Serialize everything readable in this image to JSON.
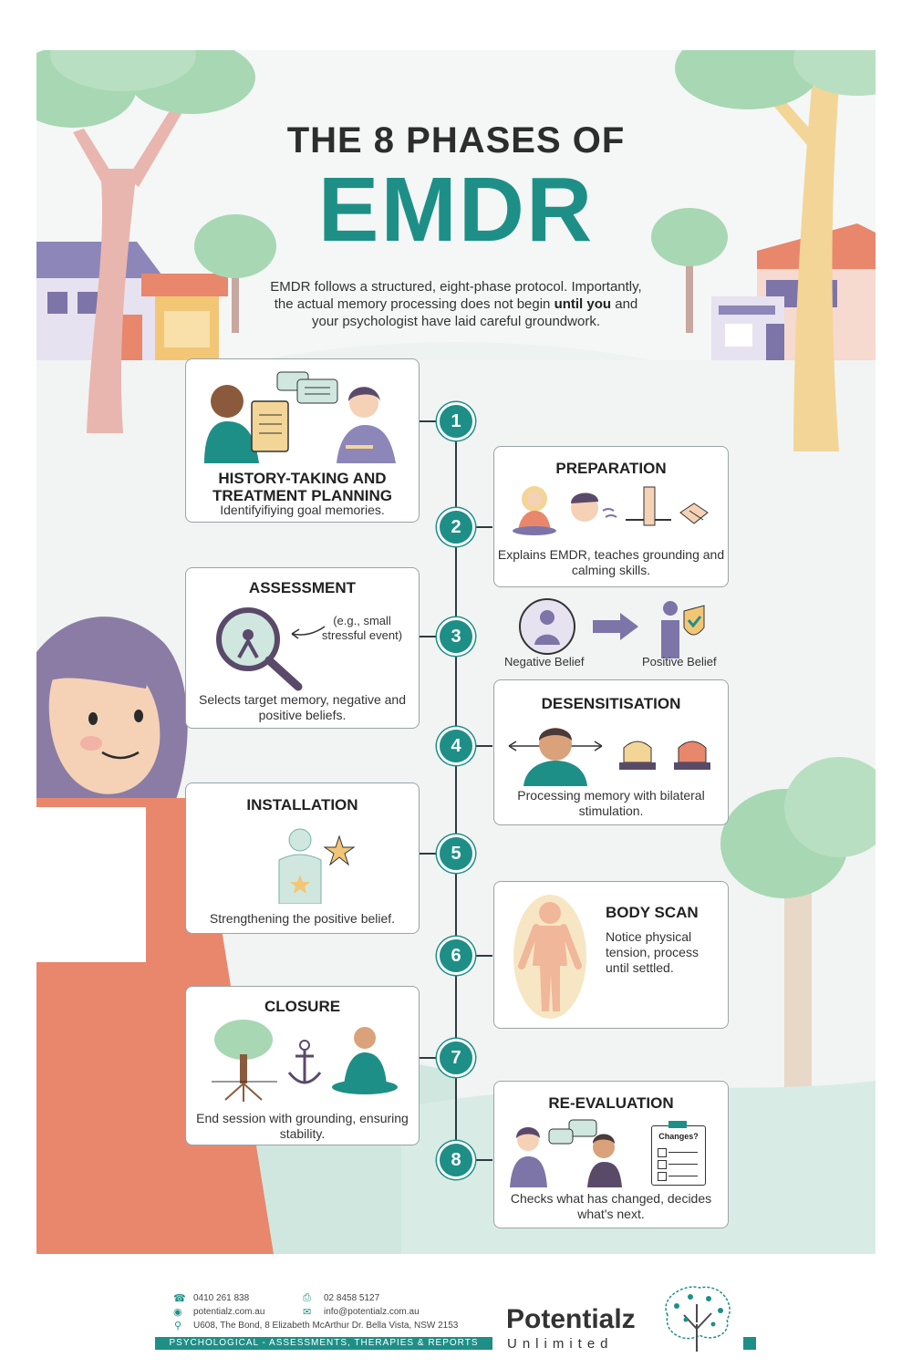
{
  "title": {
    "line1": "THE 8 PHASES OF",
    "line2": "EMDR"
  },
  "intro": {
    "part1": "EMDR follows a structured, eight-phase protocol. Importantly, the actual memory processing does not begin ",
    "bold": "until you",
    "part2": " and your psychologist have laid careful groundwork."
  },
  "phases": [
    {
      "number": "1",
      "title": "HISTORY-TAKING AND TREATMENT PLANNING",
      "desc": "Identifyifiying goal memories."
    },
    {
      "number": "2",
      "title": "PREPARATION",
      "desc": "Explains EMDR, teaches grounding and calming skills."
    },
    {
      "number": "3",
      "title": "ASSESSMENT",
      "desc": "Selects target memory, negative and positive beliefs.",
      "note": "(e.g., small stressful event)",
      "left_label": "Negative Belief",
      "right_label": "Positive Belief"
    },
    {
      "number": "4",
      "title": "DESENSITISATION",
      "desc": "Processing memory with bilateral stimulation."
    },
    {
      "number": "5",
      "title": "INSTALLATION",
      "desc": "Strengthening the positive belief."
    },
    {
      "number": "6",
      "title": "BODY SCAN",
      "desc": "Notice physical tension, process until settled."
    },
    {
      "number": "7",
      "title": "CLOSURE",
      "desc": "End session with grounding, ensuring stability."
    },
    {
      "number": "8",
      "title": "RE-EVALUATION",
      "desc": "Checks what has changed, decides what's next.",
      "clipboard_label": "Changes?"
    }
  ],
  "footer": {
    "phone": "0410 261 838",
    "fax": "02 8458 5127",
    "web": "potentialz.com.au",
    "email": "info@potentialz.com.au",
    "address": "U608, The Bond, 8 Elizabeth McArthur Dr. Bella Vista, NSW 2153",
    "tagline": "PSYCHOLOGICAL - ASSESSMENTS, THERAPIES & REPORTS",
    "brand": "Potentialz",
    "brand_sub": "Unlimited"
  },
  "colors": {
    "accent": "#1e8f87",
    "coral": "#e8876c",
    "purple": "#7d74a8"
  },
  "icons": [
    "phone-icon",
    "fax-icon",
    "globe-icon",
    "mail-icon",
    "location-icon",
    "brain-tree-logo-icon"
  ]
}
